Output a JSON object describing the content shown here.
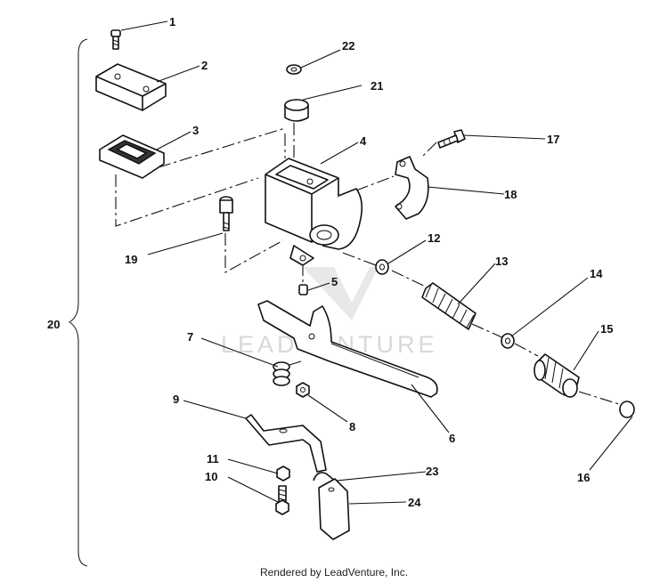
{
  "callouts": [
    "1",
    "2",
    "3",
    "4",
    "5",
    "6",
    "7",
    "8",
    "9",
    "10",
    "11",
    "12",
    "13",
    "14",
    "15",
    "16",
    "17",
    "18",
    "19",
    "20",
    "21",
    "22",
    "23",
    "24"
  ],
  "watermark": "LEADVENTURE",
  "footer": "Rendered by LeadVenture, Inc."
}
